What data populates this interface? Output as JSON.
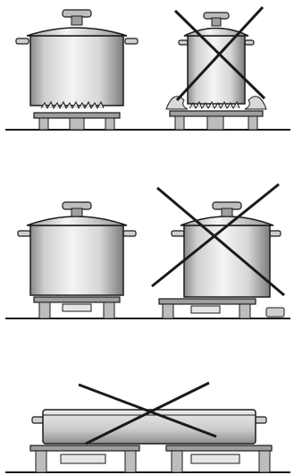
{
  "figure": {
    "kind": "cookware-placement-guide",
    "panels": [
      {
        "id": "large-burner",
        "correct": {
          "item": "tall-stockpot",
          "burner": "large",
          "flame": "contained-under-base",
          "marker": "none"
        },
        "incorrect": {
          "item": "narrow-pot",
          "burner": "large",
          "flame": "licks-up-sides",
          "marker": "cross"
        }
      },
      {
        "id": "small-burner",
        "correct": {
          "item": "stockpot",
          "burner": "standard",
          "flame": "none-visible",
          "marker": "none"
        },
        "incorrect": {
          "item": "oversized-stockpot",
          "burner": "too-small",
          "flame": "none-visible",
          "marker": "cross"
        }
      },
      {
        "id": "long-pan",
        "incorrect": {
          "item": "long-roasting-pan",
          "burner": "spans-two-burners",
          "flame": "none-visible",
          "marker": "cross"
        }
      }
    ],
    "colors": {
      "ink": "#1a1a1a",
      "metal_light": "#f2f2f2",
      "metal_mid": "#bdbdbd",
      "metal_dark": "#7a7a7a",
      "grate": "#9e9e9e",
      "background": "#ffffff"
    }
  }
}
